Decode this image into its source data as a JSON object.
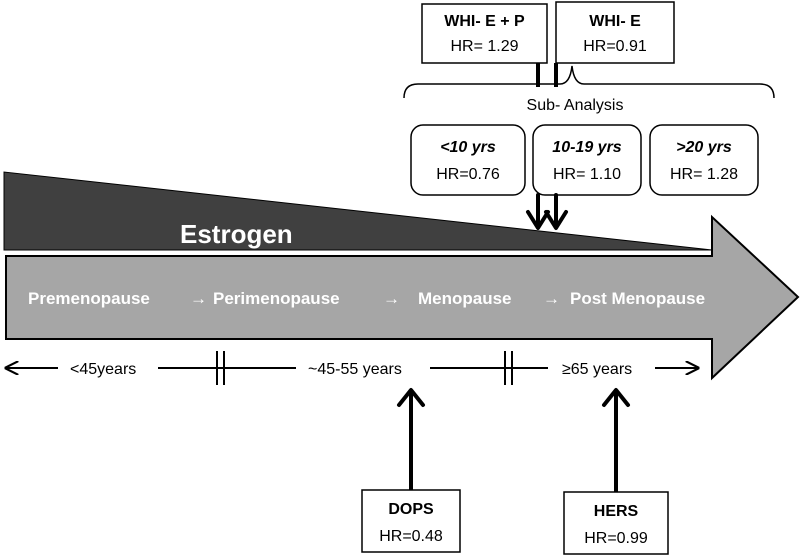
{
  "top_boxes": {
    "whi_ep": {
      "title": "WHI- E + P",
      "hr": "HR= 1.29"
    },
    "whi_e": {
      "title": "WHI- E",
      "hr": "HR=0.91"
    }
  },
  "sub_analysis": {
    "label": "Sub- Analysis",
    "groups": [
      {
        "title": "<10 yrs",
        "hr": "HR=0.76"
      },
      {
        "title": "10-19 yrs",
        "hr": "HR= 1.10"
      },
      {
        "title": ">20 yrs",
        "hr": "HR= 1.28"
      }
    ]
  },
  "estrogen_label": "Estrogen",
  "stages": {
    "premenopause": "Premenopause",
    "perimenopause": "Perimenopause",
    "menopause": "Menopause",
    "post_menopause": "Post Menopause",
    "arrow_glyph": "→"
  },
  "timeline": {
    "segment1": "<45years",
    "segment2": "~45-55 years",
    "segment3": "≥65 years"
  },
  "bottom_boxes": {
    "dops": {
      "title": "DOPS",
      "hr": "HR=0.48"
    },
    "hers": {
      "title": "HERS",
      "hr": "HR=0.99"
    }
  },
  "colors": {
    "estrogen_wedge": "#404040",
    "main_arrow": "#a6a6a6",
    "stage_text": "#ffffff",
    "stroke": "#000000"
  }
}
